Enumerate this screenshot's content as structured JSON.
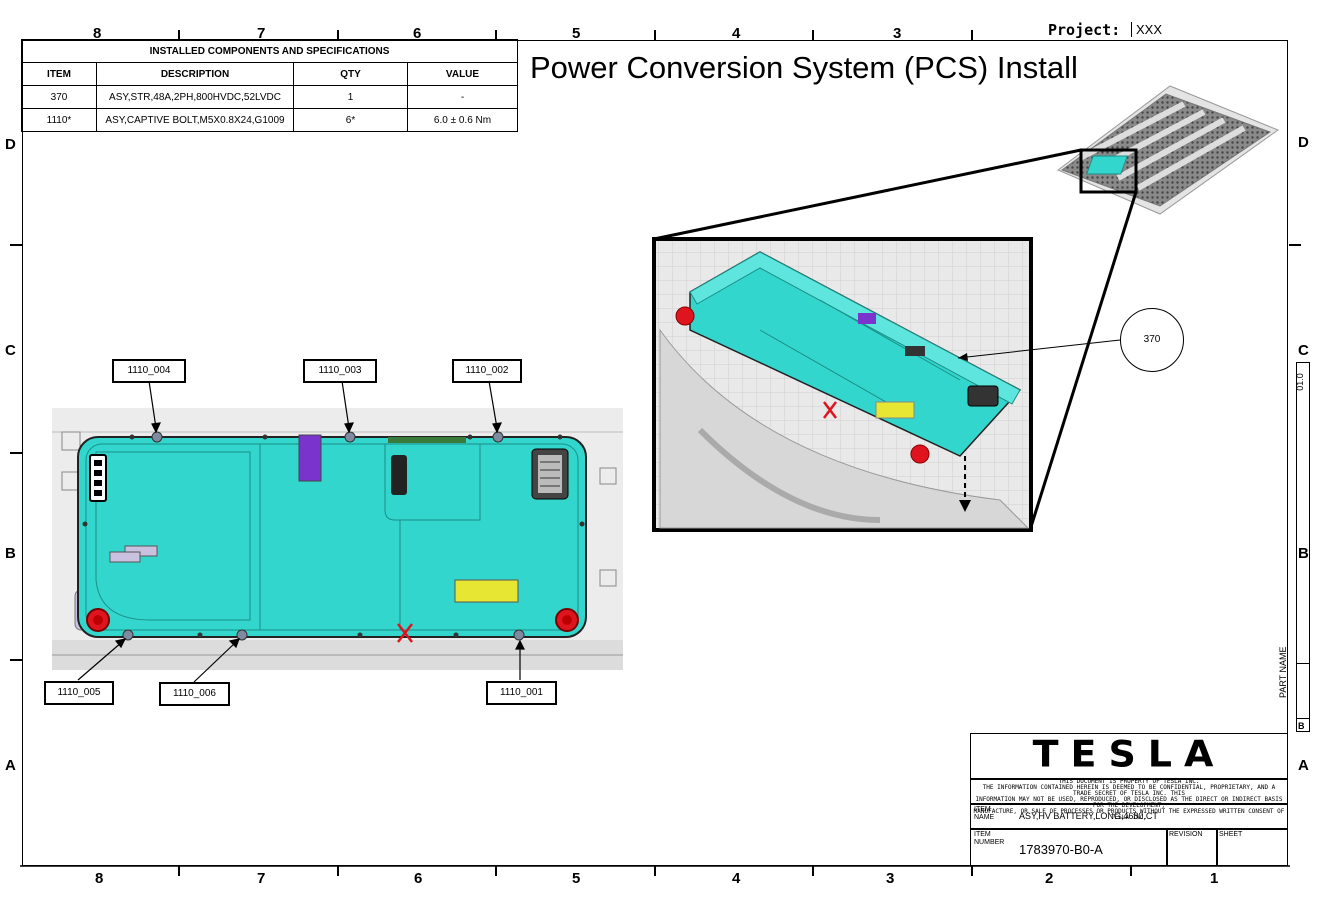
{
  "project": {
    "label": "Project:",
    "value": "XXX"
  },
  "title": "Power Conversion System (PCS) Install",
  "zones_top": [
    "8",
    "7",
    "6",
    "5",
    "4",
    "3"
  ],
  "zones_bottom": [
    "8",
    "7",
    "6",
    "5",
    "4",
    "3",
    "2",
    "1"
  ],
  "zones_left": [
    "D",
    "C",
    "B",
    "A"
  ],
  "zones_right": [
    "D",
    "C",
    "B",
    "A"
  ],
  "table": {
    "title": "INSTALLED COMPONENTS AND SPECIFICATIONS",
    "headers": [
      "ITEM",
      "DESCRIPTION",
      "QTY",
      "VALUE"
    ],
    "rows": [
      [
        "370",
        "ASY,STR,48A,2PH,800HVDC,52LVDC",
        "1",
        "-"
      ],
      [
        "1110*",
        "ASY,CAPTIVE BOLT,M5X0.8X24,G1009",
        "6*",
        "6.0 ± 0.6 Nm"
      ]
    ]
  },
  "callouts": {
    "c004": "1110_004",
    "c003": "1110_003",
    "c002": "1110_002",
    "c005": "1110_005",
    "c006": "1110_006",
    "c001": "1110_001",
    "c370": "370"
  },
  "titleblock": {
    "logo": "TESLA",
    "notice": [
      "THIS DOCUMENT IS PROPERTY OF TESLA INC.",
      "THE INFORMATION CONTAINED HEREIN IS DEEMED TO BE CONFIDENTIAL, PROPRIETARY, AND A TRADE SECRET OF TESLA INC. THIS",
      "INFORMATION MAY NOT BE USED, REPRODUCED, OR DISCLOSED AS THE DIRECT OR INDIRECT BASIS FOR THE DEVELOPMENT,",
      "MANUFACTURE, OR SALE OF PROCESSES OR PRODUCTS WITHOUT THE EXPRESSED WRITTEN CONSENT OF TESLA INC."
    ],
    "item_name_label": "ITEM NAME",
    "item_name": "ASY,HV BATTERY,LONG,4680,CT",
    "item_number_label": "ITEM NUMBER",
    "item_number": "1783970-B0-A",
    "revision_label": "REVISION",
    "sheet_label": "SHEET"
  },
  "side_strip": {
    "part_name": "PART NAME",
    "rev_code": "B",
    "rev_value": "01.0"
  },
  "colors": {
    "module": "#33d6cc",
    "label_purple": "#7a33cc",
    "label_yellow": "#e6e633",
    "fastener_red": "#e0141e",
    "frame": "#000000"
  }
}
